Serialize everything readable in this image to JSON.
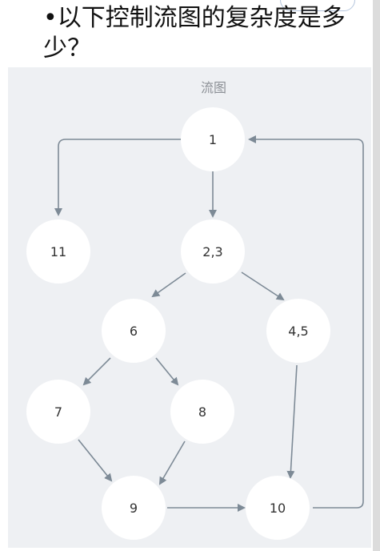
{
  "question": "•以下控制流图的复杂度是多少？",
  "panel": {
    "title": "流图"
  },
  "nodes": [
    {
      "id": "n1",
      "label": "1"
    },
    {
      "id": "n11",
      "label": "11"
    },
    {
      "id": "n23",
      "label": "2,3"
    },
    {
      "id": "n6",
      "label": "6"
    },
    {
      "id": "n45",
      "label": "4,5"
    },
    {
      "id": "n7",
      "label": "7"
    },
    {
      "id": "n8",
      "label": "8"
    },
    {
      "id": "n9",
      "label": "9"
    },
    {
      "id": "n10",
      "label": "10"
    }
  ],
  "edges": [
    {
      "from": "1",
      "to": "11"
    },
    {
      "from": "1",
      "to": "2,3"
    },
    {
      "from": "2,3",
      "to": "6"
    },
    {
      "from": "2,3",
      "to": "4,5"
    },
    {
      "from": "6",
      "to": "7"
    },
    {
      "from": "6",
      "to": "8"
    },
    {
      "from": "7",
      "to": "9"
    },
    {
      "from": "8",
      "to": "9"
    },
    {
      "from": "4,5",
      "to": "10"
    },
    {
      "from": "9",
      "to": "10"
    },
    {
      "from": "10",
      "to": "1"
    }
  ],
  "colors": {
    "edge": "#7d8a96",
    "node_fill": "#ffffff",
    "panel_bg": "#eef0f3"
  }
}
